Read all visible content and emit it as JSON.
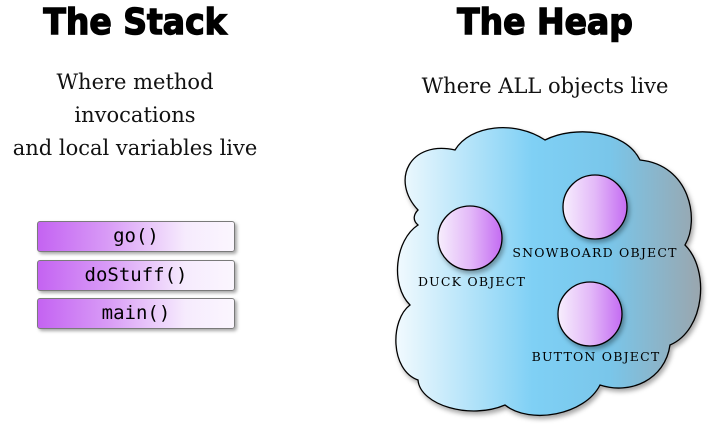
{
  "stack": {
    "title": "The Stack",
    "subtitle_line1": "Where method invocations",
    "subtitle_line2": "and local variables live",
    "frames": [
      "go()",
      "doStuff()",
      "main()"
    ]
  },
  "heap": {
    "title": "The Heap",
    "subtitle": "Where ALL objects  live",
    "objects": {
      "duck": "DUCK OBJECT",
      "snowboard": "SNOWBOARD OBJECT",
      "button": "BUTTON OBJECT"
    }
  },
  "colors": {
    "frame_purple": "#c463f2",
    "cloud_blue": "#7fd0f5",
    "object_purple": "#c46cf2"
  }
}
